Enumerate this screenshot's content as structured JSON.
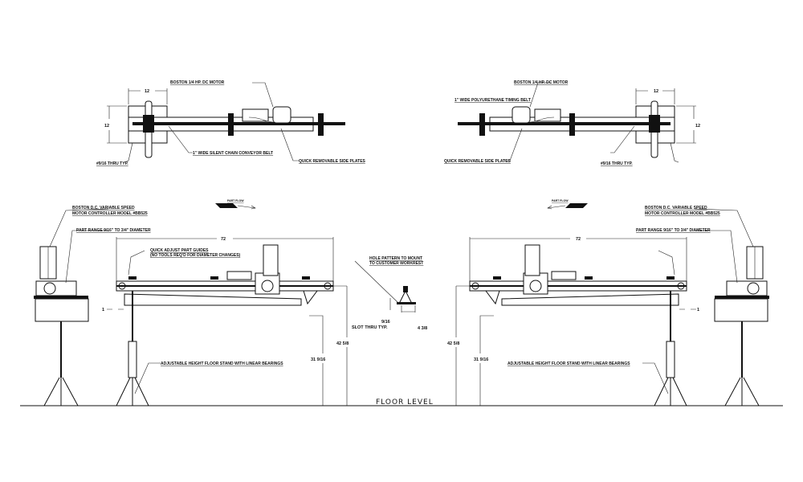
{
  "plan_left": {
    "motor_label": "BOSTON 1/4 HP. DC MOTOR",
    "belt_label": "1\" WIDE SILENT CHAIN CONVEYOR BELT",
    "plates_label": "QUICK REMOVABLE SIDE PLATES",
    "holes_label": "#9/16 THRU TYP.",
    "dim_width": "12",
    "dim_height": "12"
  },
  "plan_right": {
    "motor_label": "BOSTON 1/4 HP. DC MOTOR",
    "belt_label": "1\" WIDE POLYURETHANE TIMING BELT",
    "plates_label": "QUICK REMOVABLE SIDE PLATES",
    "holes_label": "#9/16 THRU TYP.",
    "dim_width": "12",
    "dim_height": "12"
  },
  "elev_left": {
    "flow_label": "PART FLOW",
    "controller_label_1": "BOSTON D.C. VARIABLE SPEED",
    "controller_label_2": "MOTOR CONTROLLER MODEL #BB525",
    "range_label": "PART RANGE 9/16\" TO 3/4\" DIAMETER",
    "guides_label_1": "QUICK ADJUST PART GUIDES",
    "guides_label_2": "(NO TOOLS REQ'D FOR DIAMETER CHANGES)",
    "stand_label": "ADJUSTABLE HEIGHT FLOOR STAND WITH LINEAR BEARINGS",
    "dim_length": "72",
    "dim_one": "1",
    "dim_top": "42 5/8",
    "dim_bottom": "31 9/16"
  },
  "elev_right": {
    "flow_label": "PART FLOW",
    "controller_label_1": "BOSTON D.C. VARIABLE SPEED",
    "controller_label_2": "MOTOR CONTROLLER MODEL #BB525",
    "range_label": "PART RANGE 9/16\" TO 3/4\" DIAMETER",
    "stand_label": "ADJUSTABLE HEIGHT FLOOR STAND WITH LINEAR BEARINGS",
    "dim_length": "72",
    "dim_one": "1",
    "dim_top": "42 5/8",
    "dim_bottom": "31 9/16"
  },
  "mount_detail": {
    "hole_label_1": "HOLE PATTERN TO MOUNT",
    "hole_label_2": "TO CUSTOMER WORKREST",
    "slot_label_1": "9/16",
    "slot_label_2": "SLOT THRU TYP.",
    "dim_width": "4 3/8"
  },
  "floor_label": "FLOOR LEVEL"
}
